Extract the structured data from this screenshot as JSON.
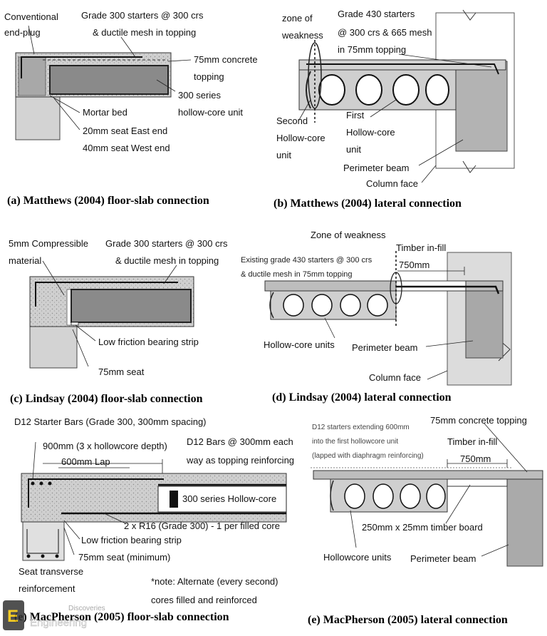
{
  "panel_a": {
    "labels": {
      "end_plug_1": "Conventional",
      "end_plug_2": "end-plug",
      "starters_1": "Grade 300 starters @ 300 crs",
      "starters_2": "& ductile mesh in topping",
      "topping_1": "75mm concrete",
      "topping_2": "topping",
      "unit_1": "300 series",
      "unit_2": "hollow-core unit",
      "mortar": "Mortar bed",
      "seat_east": "20mm seat East end",
      "seat_west": "40mm seat West end"
    },
    "caption": "(a) Matthews (2004) floor-slab connection"
  },
  "panel_b": {
    "labels": {
      "zone_1": "zone of",
      "zone_2": "weakness",
      "starters_1": "Grade 430 starters",
      "starters_2": "@ 300 crs & 665 mesh",
      "starters_3": "in 75mm topping",
      "second_1": "Second",
      "second_2": "Hollow-core",
      "second_3": "unit",
      "first_1": "First",
      "first_2": "Hollow-core",
      "first_3": "unit",
      "beam": "Perimeter beam",
      "column": "Column face"
    },
    "caption": "(b) Matthews (2004) lateral connection"
  },
  "panel_c": {
    "labels": {
      "comp_1": "5mm Compressible",
      "comp_2": "material",
      "starters_1": "Grade 300 starters @ 300 crs",
      "starters_2": "& ductile mesh in topping",
      "bearing": "Low friction bearing strip",
      "seat": "75mm seat"
    },
    "caption": "(c) Lindsay (2004) floor-slab connection"
  },
  "panel_d": {
    "labels": {
      "zone": "Zone of weakness",
      "existing_1": "Existing grade 430 starters @ 300 crs",
      "existing_2": "& ductile mesh in 75mm topping",
      "timber": "Timber in-fill",
      "dim": "750mm",
      "units": "Hollow-core units",
      "beam": "Perimeter beam",
      "column": "Column face"
    },
    "caption": "(d) Lindsay (2004) lateral connection"
  },
  "panel_e1": {
    "labels": {
      "d12": "D12 Starter Bars (Grade 300, 300mm spacing)",
      "depth": "900mm (3 x hollowcore depth)",
      "lap": "600mm Lap",
      "bars_1": "D12 Bars @ 300mm each",
      "bars_2": "way as topping reinforcing",
      "series": "300 series Hollow-core",
      "r16": "2 x R16 (Grade 300) - 1 per filled core",
      "bearing": "Low friction bearing strip",
      "seat": "75mm seat (minimum)",
      "transverse_1": "Seat transverse",
      "transverse_2": "reinforcement",
      "note_1": "*note: Alternate (every second)",
      "note_2": "cores filled and reinforced"
    },
    "caption": "(e) MacPherson (2005) floor-slab connection"
  },
  "panel_e2": {
    "labels": {
      "starters_1": "D12 starters extending 600mm",
      "starters_2": "into the first hollowcore unit",
      "starters_3": "(lapped with diaphragm reinforcing)",
      "topping": "75mm concrete topping",
      "timber": "Timber in-fill",
      "dim": "750mm",
      "board": "250mm x 25mm timber board",
      "units": "Hollowcore units",
      "beam": "Perimeter beam"
    },
    "caption": "(e) MacPherson (2005) lateral connection"
  },
  "watermark": {
    "line_1": "Discoveries",
    "line_2": "Engineering"
  },
  "colors": {
    "concrete_light": "#d9d9d9",
    "concrete_mid": "#b5b5b5",
    "concrete_dark": "#8c8c8c",
    "unit_fill": "#7d7d7d",
    "ink": "#111111"
  }
}
